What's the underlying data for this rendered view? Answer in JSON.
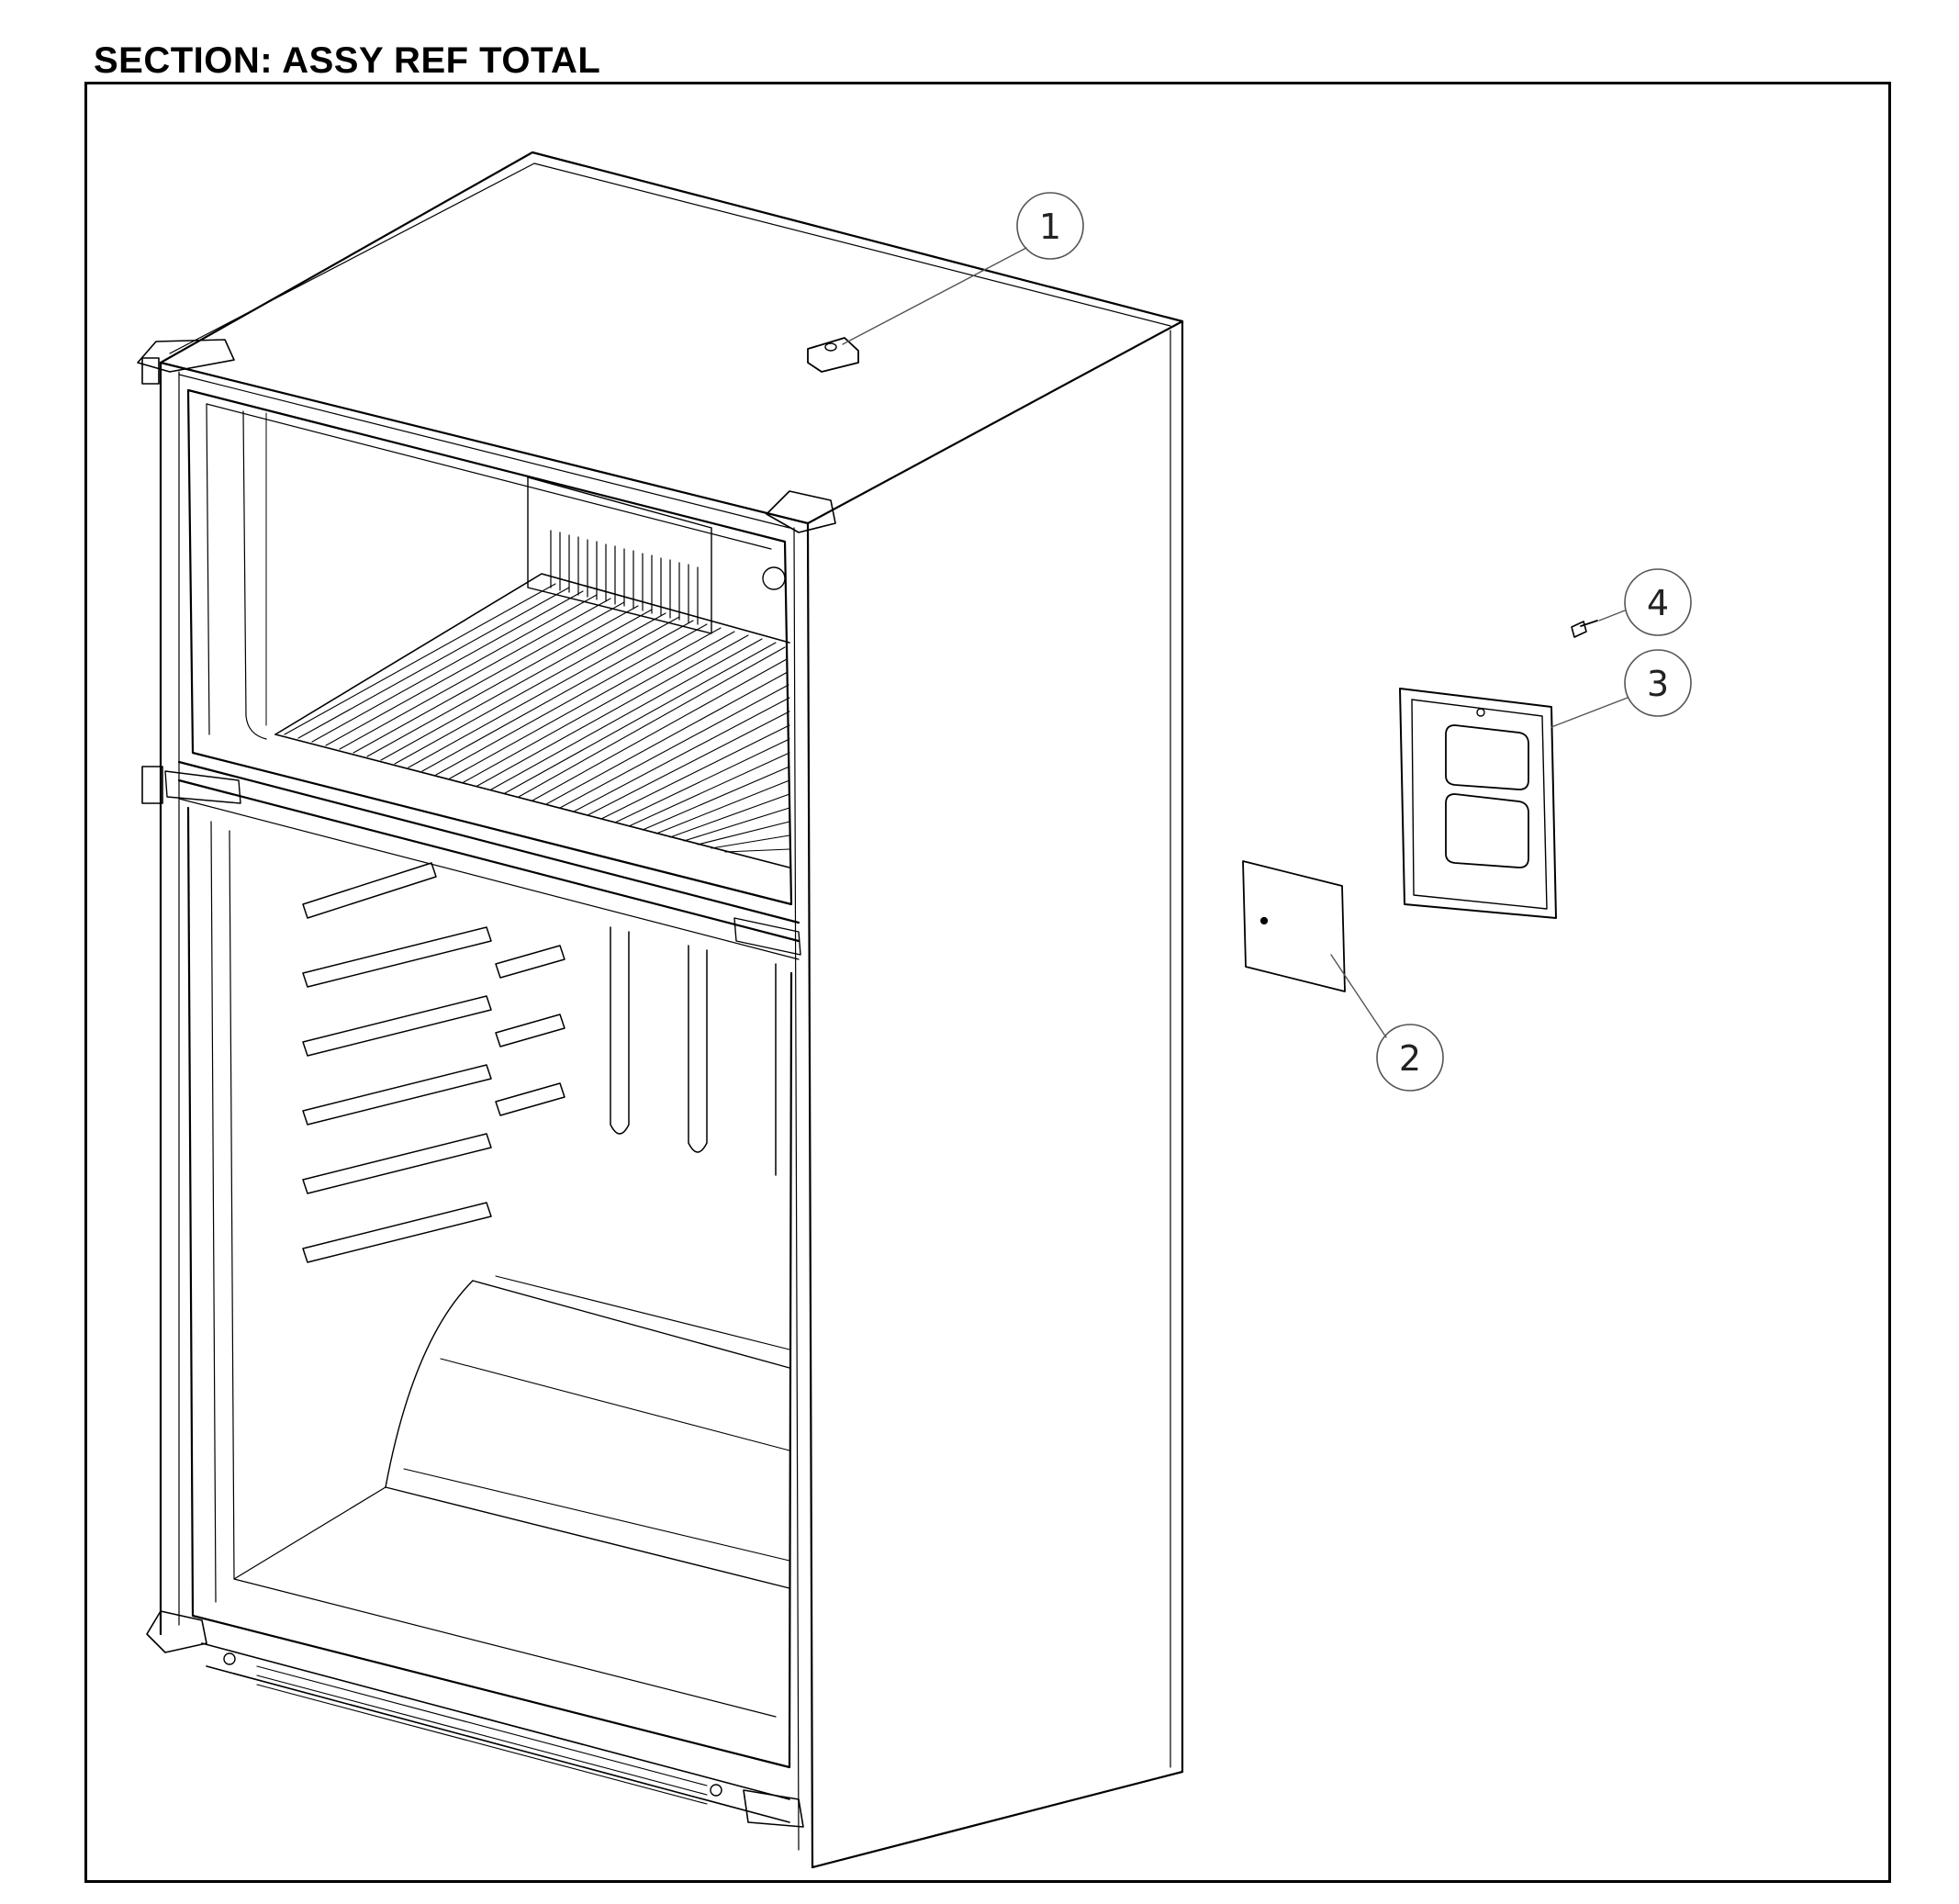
{
  "header": {
    "title": "SECTION: ASSY REF TOTAL"
  },
  "callouts": [
    {
      "number": "1",
      "part": "top-hinge-cover"
    },
    {
      "number": "2",
      "part": "back-cover-plate"
    },
    {
      "number": "3",
      "part": "cover-frame"
    },
    {
      "number": "4",
      "part": "screw"
    }
  ],
  "colors": {
    "line": "#000000",
    "callout": "#555555",
    "background": "#ffffff"
  }
}
